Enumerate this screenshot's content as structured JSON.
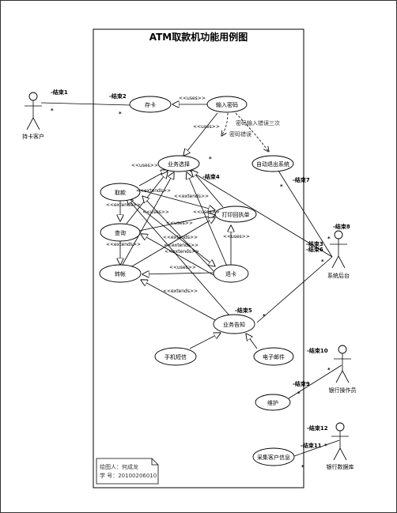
{
  "title": "ATM取款机功能用例图",
  "actors": {
    "card_holder": "持卡客户",
    "bank_backend": "系统后台",
    "bank_operator": "银行操作员",
    "bank_database": "银行数据库"
  },
  "use_cases": {
    "deposit": "存卡",
    "enter_pin": "输入密码",
    "business_select": "业务选择",
    "auto_exit": "自动退出系统",
    "withdraw": "取款",
    "query": "查询",
    "transfer": "转帐",
    "print_receipt": "打印回执单",
    "eject_card": "退卡",
    "notify": "业务告知",
    "sms": "手机短信",
    "email": "电子邮件",
    "maintain": "维护",
    "collect_info": "采集客户信息"
  },
  "stereotypes": {
    "uses": "<<uses>>",
    "extends": "<<extends>>"
  },
  "conditions": {
    "pin_wrong_three": "密码输入错误三次",
    "pin_wrong": "密码错误"
  },
  "association_labels": {
    "e1": "-结束1",
    "e2": "-结束2",
    "e3": "-结束3",
    "e4": "-结束4",
    "e5": "-结束5",
    "e6": "-结束6",
    "e7": "-结束7",
    "e8": "-结束8",
    "e9": "-结束9",
    "e10": "-结束10",
    "e11": "-结束11",
    "e12": "-结束12"
  },
  "multiplicity": "*",
  "note": {
    "author": "绘图人：何成龙",
    "student_id": "学 号：20100206010"
  }
}
